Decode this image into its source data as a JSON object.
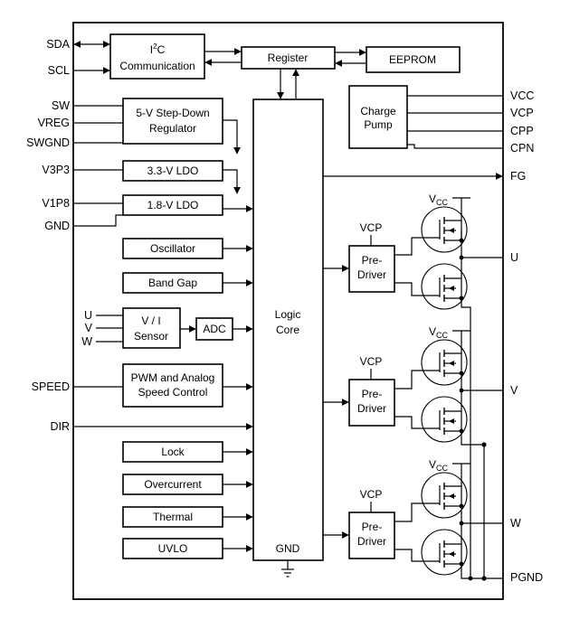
{
  "left_pins": {
    "sda": "SDA",
    "scl": "SCL",
    "sw": "SW",
    "vreg": "VREG",
    "swgnd": "SWGND",
    "v3p3": "V3P3",
    "v1p8": "V1P8",
    "gnd": "GND",
    "u": "U",
    "v": "V",
    "w": "W",
    "speed": "SPEED",
    "dir": "DIR"
  },
  "right_pins": {
    "vcc": "VCC",
    "vcp": "VCP",
    "cpp": "CPP",
    "cpn": "CPN",
    "fg": "FG",
    "u": "U",
    "v": "V",
    "w": "W",
    "pgnd": "PGND"
  },
  "blocks": {
    "i2c": {
      "line1_prefix": "I",
      "line1_sup": "2",
      "line1_suffix": "C",
      "line2": "Communication"
    },
    "register": "Register",
    "eeprom": "EEPROM",
    "charge_pump": {
      "line1": "Charge",
      "line2": "Pump"
    },
    "step_down": {
      "line1": "5-V Step-Down",
      "line2": "Regulator"
    },
    "ldo_3v3": "3.3-V LDO",
    "ldo_1v8": "1.8-V LDO",
    "oscillator": "Oscillator",
    "band_gap": "Band Gap",
    "vi_sensor": {
      "line1": "V / I",
      "line2": "Sensor"
    },
    "adc": "ADC",
    "pwm": {
      "line1": "PWM and Analog",
      "line2": "Speed Control"
    },
    "lock": "Lock",
    "overcurrent": "Overcurrent",
    "thermal": "Thermal",
    "uvlo": "UVLO",
    "logic_core": {
      "line1": "Logic",
      "line2": "Core",
      "gnd": "GND"
    },
    "pre_driver": {
      "line1": "Pre-",
      "line2": "Driver",
      "supply": "VCP"
    },
    "vcc_label": {
      "main": "V",
      "sub": "CC"
    }
  }
}
